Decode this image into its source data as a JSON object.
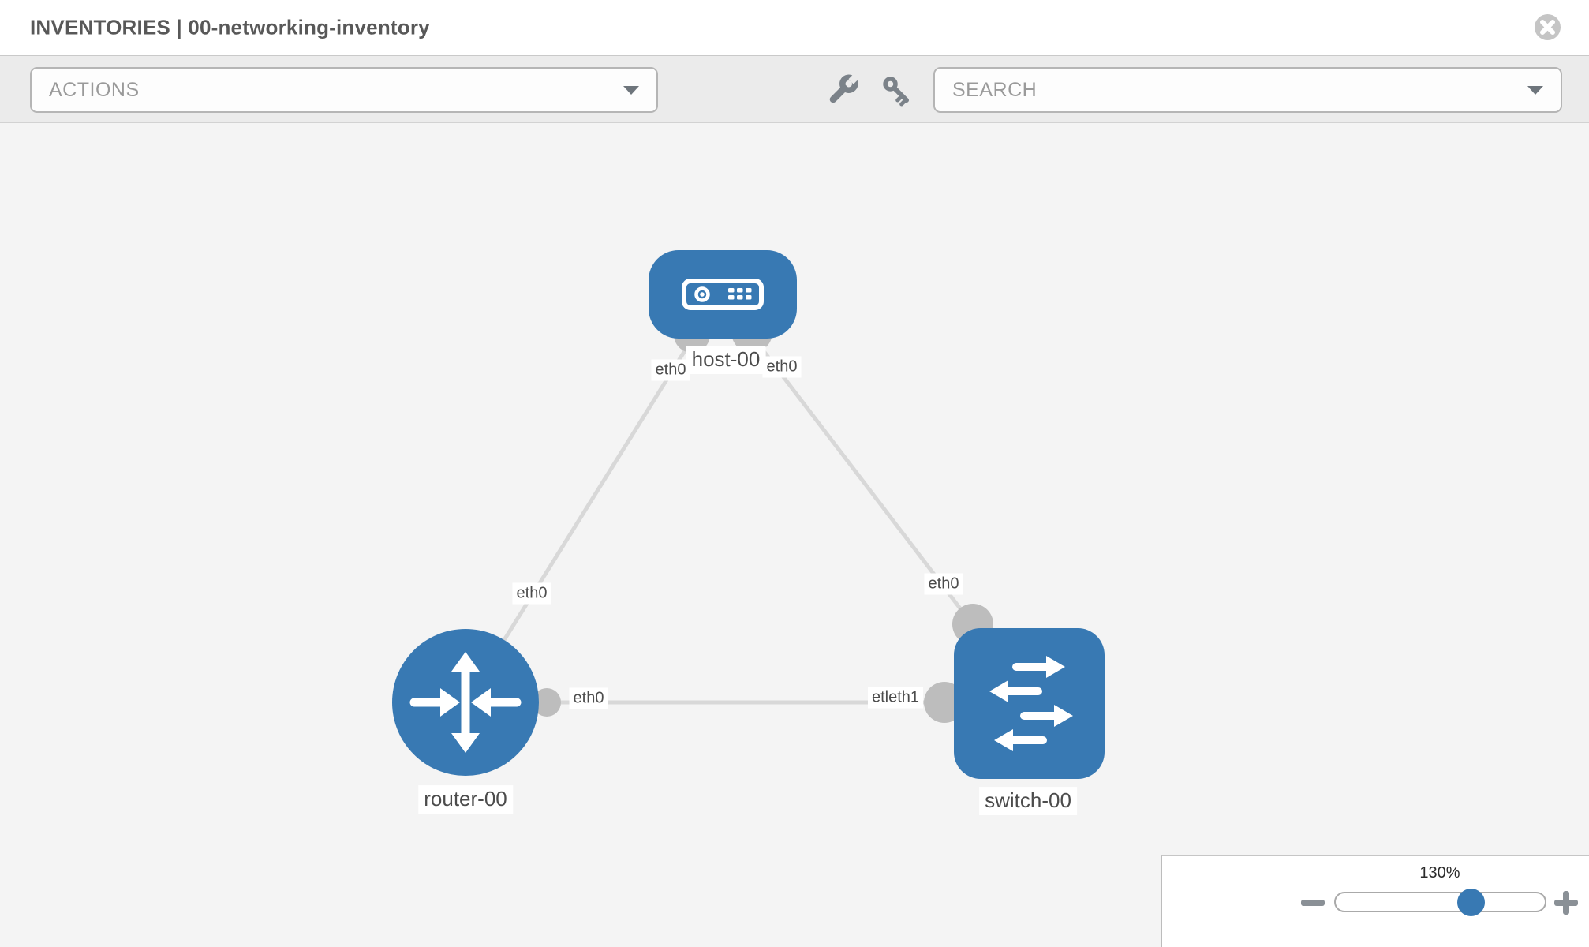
{
  "header": {
    "title": "INVENTORIES | 00-networking-inventory",
    "close_icon": "x-circle-icon"
  },
  "toolbar": {
    "actions_label": "ACTIONS",
    "search_label": "SEARCH",
    "tool_icons": [
      "wrench-icon",
      "key-icon"
    ]
  },
  "colors": {
    "node_blue": "#3879b3",
    "link_gray": "#d8d8d8",
    "port_gray": "#bdbdbd",
    "icon_gray": "#7b8289",
    "canvas_bg": "#f4f4f4",
    "toolbar_bg": "#ebebeb",
    "label_text": "#4c4c4c"
  },
  "diagram": {
    "nodes": [
      {
        "id": "host-00",
        "type": "host",
        "label": "host-00"
      },
      {
        "id": "router-00",
        "type": "router",
        "label": "router-00"
      },
      {
        "id": "switch-00",
        "type": "switch",
        "label": "switch-00"
      }
    ],
    "links": [
      {
        "source": "router-00",
        "target": "host-00",
        "source_label": "eth0",
        "target_label": "eth0"
      },
      {
        "source": "host-00",
        "target": "switch-00",
        "source_label": "eth0",
        "target_label": "eth0"
      },
      {
        "source": "router-00",
        "target": "switch-00",
        "source_label": "eth0",
        "target_label": "etleth1"
      }
    ]
  },
  "zoom_widget": {
    "percent": "130%",
    "zoom_out_icon": "minus-icon",
    "zoom_in_icon": "plus-icon"
  }
}
